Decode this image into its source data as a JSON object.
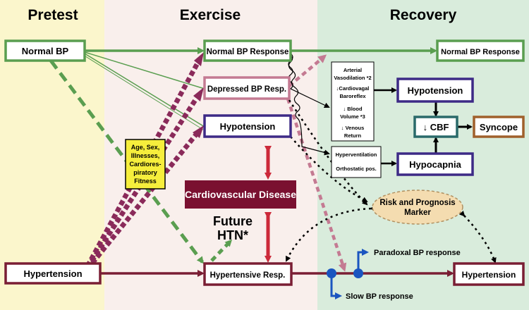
{
  "phases": {
    "pretest": "Pretest",
    "exercise": "Exercise",
    "recovery": "Recovery"
  },
  "boxes": {
    "normal_bp": "Normal BP",
    "hypertension_pre": "Hypertension",
    "normal_bp_response": "Normal BP Response",
    "depressed_bp_resp": "Depressed BP Resp.",
    "hypotension_ex": "Hypotension",
    "hypertensive_resp": "Hypertensive Resp.",
    "normal_bp_response_rec": "Normal BP Response",
    "hypotension_rec": "Hypotension",
    "cbf": "↓ CBF",
    "syncope": "Syncope",
    "hypocapnia": "Hypocapnia",
    "hypertension_rec": "Hypertension",
    "cardiovascular_disease": "Cardiovascular Disease",
    "risk_marker_line1": "Risk and Prognosis",
    "risk_marker_line2": "Marker"
  },
  "factors": [
    "Age, Sex,",
    "Illnesses,",
    "Cardiores-",
    "piratory",
    "Fitness"
  ],
  "mechanisms": [
    "Arterial",
    "Vasodilation *2",
    "↓Cardiovagal",
    "Baroreflex",
    "↓ Blood",
    "Volume *3",
    "↓ Venous",
    "Return"
  ],
  "hyperventilation": [
    "Hyperventilation",
    "Orthostatic pos."
  ],
  "future_htn": [
    "Future",
    "HTN*"
  ],
  "paradoxal": "Paradoxal BP response",
  "slow": "Slow BP response",
  "colors": {
    "green": "#5a9e50",
    "maroon": "#7a1e34",
    "purple": "#3d2a86",
    "pink": "#c47a92",
    "blue": "#1a55c0",
    "red": "#cc2a3a",
    "syncope_brown": "#a0602c",
    "cvd_fill": "#7a1030",
    "factor_yellow": "#f6ee3c",
    "risk_fill": "#f4dcb0"
  }
}
